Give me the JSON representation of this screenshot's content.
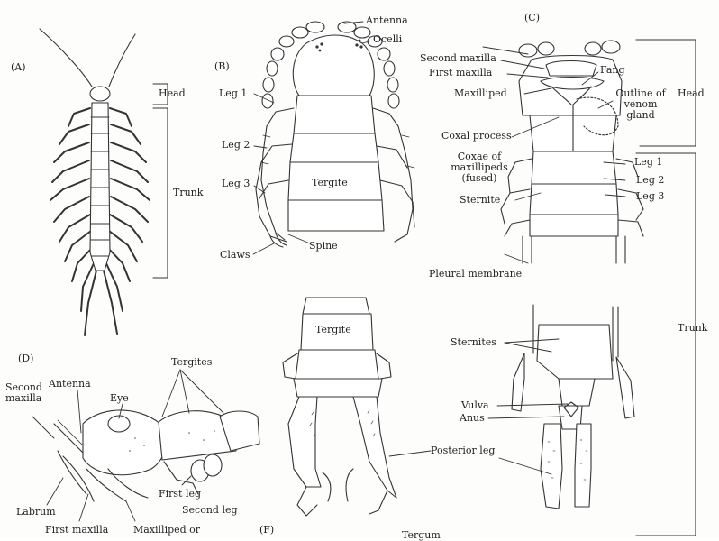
{
  "panels": {
    "a": "(A)",
    "b": "(B)",
    "c": "(C)",
    "d": "(D)",
    "f": "(F)"
  },
  "labels": {
    "head_a": "Head",
    "trunk_a": "Trunk",
    "leg1_b": "Leg 1",
    "leg2_b": "Leg 2",
    "leg3_b": "Leg 3",
    "tergite_b": "Tergite",
    "claws": "Claws",
    "spine": "Spine",
    "antenna_b": "Antenna",
    "ocelli": "Ocelli",
    "second_maxilla_c": "Second maxilla",
    "first_maxilla_c": "First maxilla",
    "fang": "Fang",
    "maxilliped_c": "Maxilliped",
    "venom_gland": "Outline of venom gland",
    "coxal_process": "Coxal process",
    "coxae": "Coxae of maxillipeds (fused)",
    "sternite_c": "Sternite",
    "leg1_c": "Leg 1",
    "leg2_c": "Leg 2",
    "leg3_c": "Leg 3",
    "head_c": "Head",
    "pleural_membrane": "Pleural membrane",
    "trunk_c": "Trunk",
    "tergite_e": "Tergite",
    "posterior_leg": "Posterior leg",
    "sternites_e": "Sternites",
    "vulva": "Vulva",
    "anus": "Anus",
    "second_maxilla_d": "Second maxilla",
    "antenna_d": "Antenna",
    "eye": "Eye",
    "tergites_d": "Tergites",
    "labrum": "Labrum",
    "first_maxilla_d": "First maxilla",
    "maxilliped_or": "Maxilliped or",
    "first_leg": "First leg",
    "second_leg": "Second leg",
    "tergum_f": "Tergum"
  }
}
